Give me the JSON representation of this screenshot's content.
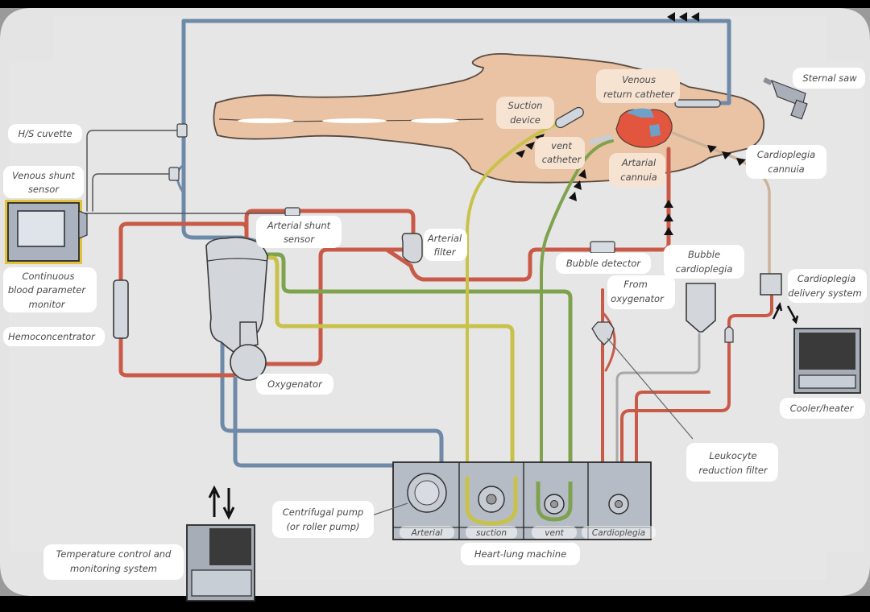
{
  "diagram": {
    "title": "Heart-lung machine circuit",
    "colors": {
      "venous": "#6f8aa8",
      "arterial": "#c95a48",
      "suction": "#c8c24a",
      "vent": "#7fa24e",
      "cardioplegia_line": "#cbb39a",
      "skin": "#e9c3a3",
      "heart": "#e2563f",
      "heart_vessels": "#6fa0c8",
      "device_fill": "#cfd3d9",
      "background": "#e5e5e5"
    },
    "labels": {
      "hs_cuvette": "H/S cuvette",
      "venous_shunt_sensor_1": "Venous shunt",
      "venous_shunt_sensor_2": "sensor",
      "cbpm_1": "Continuous",
      "cbpm_2": "blood parameter",
      "cbpm_3": "monitor",
      "hemoconcentrator": "Hemoconcentrator",
      "arterial_shunt_sensor_1": "Arterial shunt",
      "arterial_shunt_sensor_2": "sensor",
      "arterial_filter_1": "Arterial",
      "arterial_filter_2": "filter",
      "oxygenator": "Oxygenator",
      "suction_device_1": "Suction",
      "suction_device_2": "device",
      "vent_catheter_1": "vent",
      "vent_catheter_2": "catheter",
      "venous_return_catheter_1": "Venous",
      "venous_return_catheter_2": "return catheter",
      "arterial_cannula_1": "Artarial",
      "arterial_cannula_2": "cannuia",
      "sternal_saw": "Sternal saw",
      "cardioplegia_cannula_1": "Cardioplegia",
      "cardioplegia_cannula_2": "cannuia",
      "bubble_detector": "Bubble detector",
      "bubble_cardioplegia_1": "Bubble",
      "bubble_cardioplegia_2": "cardioplegia",
      "from_oxygenator_1": "From",
      "from_oxygenator_2": "oxygenator",
      "cardioplegia_delivery_1": "Cardioplegia",
      "cardioplegia_delivery_2": "delivery system",
      "cooler_heater": "Cooler/heater",
      "leukocyte_filter_1": "Leukocyte",
      "leukocyte_filter_2": "reduction filter",
      "centrifugal_pump_1": "Centrifugal pump",
      "centrifugal_pump_2": "(or roller pump)",
      "temperature_control_1": "Temperature control and",
      "temperature_control_2": "monitoring system",
      "heart_lung_machine": "Heart-lung machine"
    },
    "pump_slots": [
      {
        "label": "Arterial"
      },
      {
        "label": "suction"
      },
      {
        "label": "vent"
      },
      {
        "label": "Cardioplegia"
      }
    ]
  }
}
